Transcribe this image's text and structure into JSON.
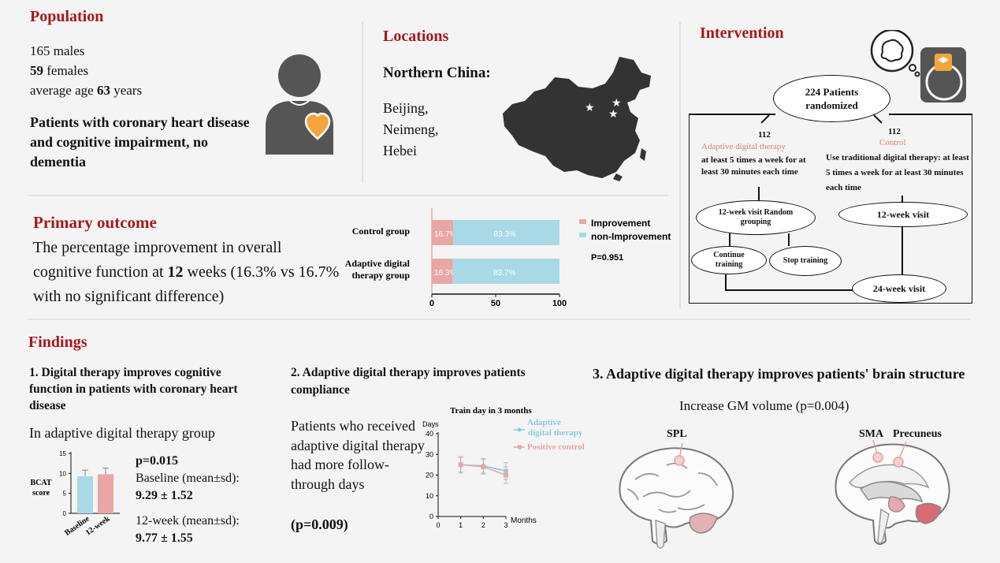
{
  "population": {
    "title": "Population",
    "males": "165 males",
    "females_num": "59",
    "females_word": " females",
    "age_prefix": "average age ",
    "age_num": "63",
    "age_suffix": " years",
    "desc": "Patients with coronary heart disease and cognitive impairment, no dementia"
  },
  "locations": {
    "title": "Locations",
    "region": "Northern China:",
    "cities": [
      "Beijing,",
      "Neimeng,",
      "Hebei"
    ]
  },
  "intervention": {
    "title": "Intervention",
    "randomized": "224  Patients randomized",
    "left_n": "112",
    "right_n": "112",
    "adaptive_label": "Adaptive digital therapy",
    "adaptive_desc": "at least 5 times a week for at least 30 minutes each time",
    "control_label": "Control",
    "control_desc": "Use traditional digital therapy:  at least 5 times a week for at least 30 minutes each time",
    "visit12_left": "12-week visit Random grouping",
    "visit12_right": "12-week visit",
    "continue": "Continue training",
    "stop": "Stop training",
    "visit24": "24-week visit"
  },
  "primary": {
    "title": "Primary outcome",
    "text_a": "The percentage improvement in overall cognitive function at ",
    "text_b": "12",
    "text_c": " weeks (16.3% vs 16.7% with no significant difference)"
  },
  "findings": {
    "title": "Findings",
    "f1_title": "1. Digital therapy improves cognitive function in patients with coronary heart disease",
    "f1_sub": "In adaptive digital therapy group",
    "p1": "p=0.015",
    "baseline_label": "Baseline (mean±sd):",
    "baseline_val": "9.29 ± 1.52",
    "week12_label": "12-week (mean±sd):",
    "week12_val": "9.77 ± 1.55",
    "f2_title": "2. Adaptive digital therapy improves patients compliance",
    "f2_text": "Patients who received adaptive digital therapy had more follow-through days",
    "f2_p": "(p=0.009)",
    "f3_title": "3. Adaptive digital therapy improves patients' brain structure",
    "f3_sub": "Increase GM volume (p=0.004)",
    "spl": "SPL",
    "sma": "SMA",
    "precuneus": "Precuneus"
  },
  "colors": {
    "title": "#a4191d",
    "improve": "#e8a7a4",
    "nonimprove": "#a9d8e6",
    "control_label": "#d9826f"
  },
  "chart_data": [
    {
      "type": "bar",
      "orientation": "horizontal-stacked",
      "categories": [
        "Control group",
        "Adaptive digital therapy group"
      ],
      "series": [
        {
          "name": "Improvement",
          "values": [
            16.7,
            16.3
          ],
          "labels": [
            "16.7%",
            "16.3%"
          ]
        },
        {
          "name": "non-Improvement",
          "values": [
            83.3,
            83.7
          ],
          "labels": [
            "83.3%",
            "83.7%"
          ]
        }
      ],
      "xlim": [
        0,
        100
      ],
      "xticks": [
        "0",
        "50",
        "100"
      ],
      "annotation": "P=0.951",
      "legend": "right"
    },
    {
      "type": "bar",
      "categories": [
        "Baseline",
        "12-week"
      ],
      "values": [
        9.29,
        9.77
      ],
      "errors": [
        1.52,
        1.55
      ],
      "ylabel": "BCAT score",
      "ylim": [
        0,
        15
      ],
      "yticks": [
        "0",
        "5",
        "10",
        "15"
      ]
    },
    {
      "type": "line",
      "title": "Train day in 3 months",
      "ylabel": "Days",
      "xlabel": "Months",
      "x": [
        1,
        2,
        3
      ],
      "xticks": [
        "0",
        "1",
        "2",
        "3"
      ],
      "yticks": [
        "0",
        "10",
        "20",
        "30",
        "40"
      ],
      "ylim": [
        0,
        40
      ],
      "series": [
        {
          "name": "Adaptive digital therapy",
          "values": [
            25,
            24.5,
            22
          ],
          "errors": [
            3.5,
            3.5,
            4
          ],
          "color": "#8ccbe0"
        },
        {
          "name": "Positive control",
          "values": [
            25,
            24,
            20
          ],
          "errors": [
            4,
            3.5,
            4
          ],
          "color": "#e8a7a4"
        }
      ]
    }
  ]
}
